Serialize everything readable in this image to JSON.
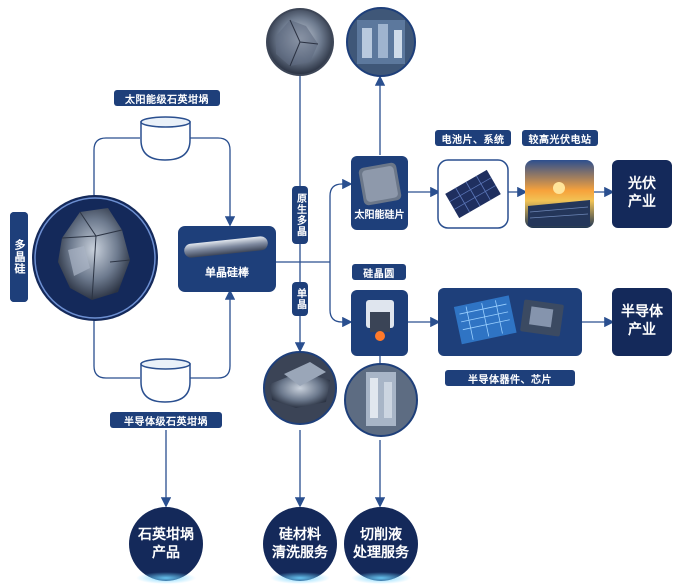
{
  "nodes": {
    "polysilicon": "多晶硅",
    "solar_crucible": "太阳能级石英坩埚",
    "semi_crucible": "半导体级石英坩埚",
    "ingot": "单晶硅棒",
    "virgin_poly": "原生多晶",
    "mono": "单晶",
    "solar_wafer": "太阳能硅片",
    "wafer": "硅晶圆",
    "cells": "电池片、系统",
    "pv_station": "较高光伏电站",
    "pv_industry": "光伏\n产业",
    "semi_devices": "半导体器件、芯片",
    "semi_industry": "半导体\n产业",
    "crucible_products": "石英坩埚\n产品",
    "silicon_cleaning": "硅材料\n清洗服务",
    "cutting_fluid": "切削液\n处理服务"
  },
  "colors": {
    "navy": "#1e3f7a",
    "deep": "#142c5c",
    "line": "#2a4f8f"
  }
}
